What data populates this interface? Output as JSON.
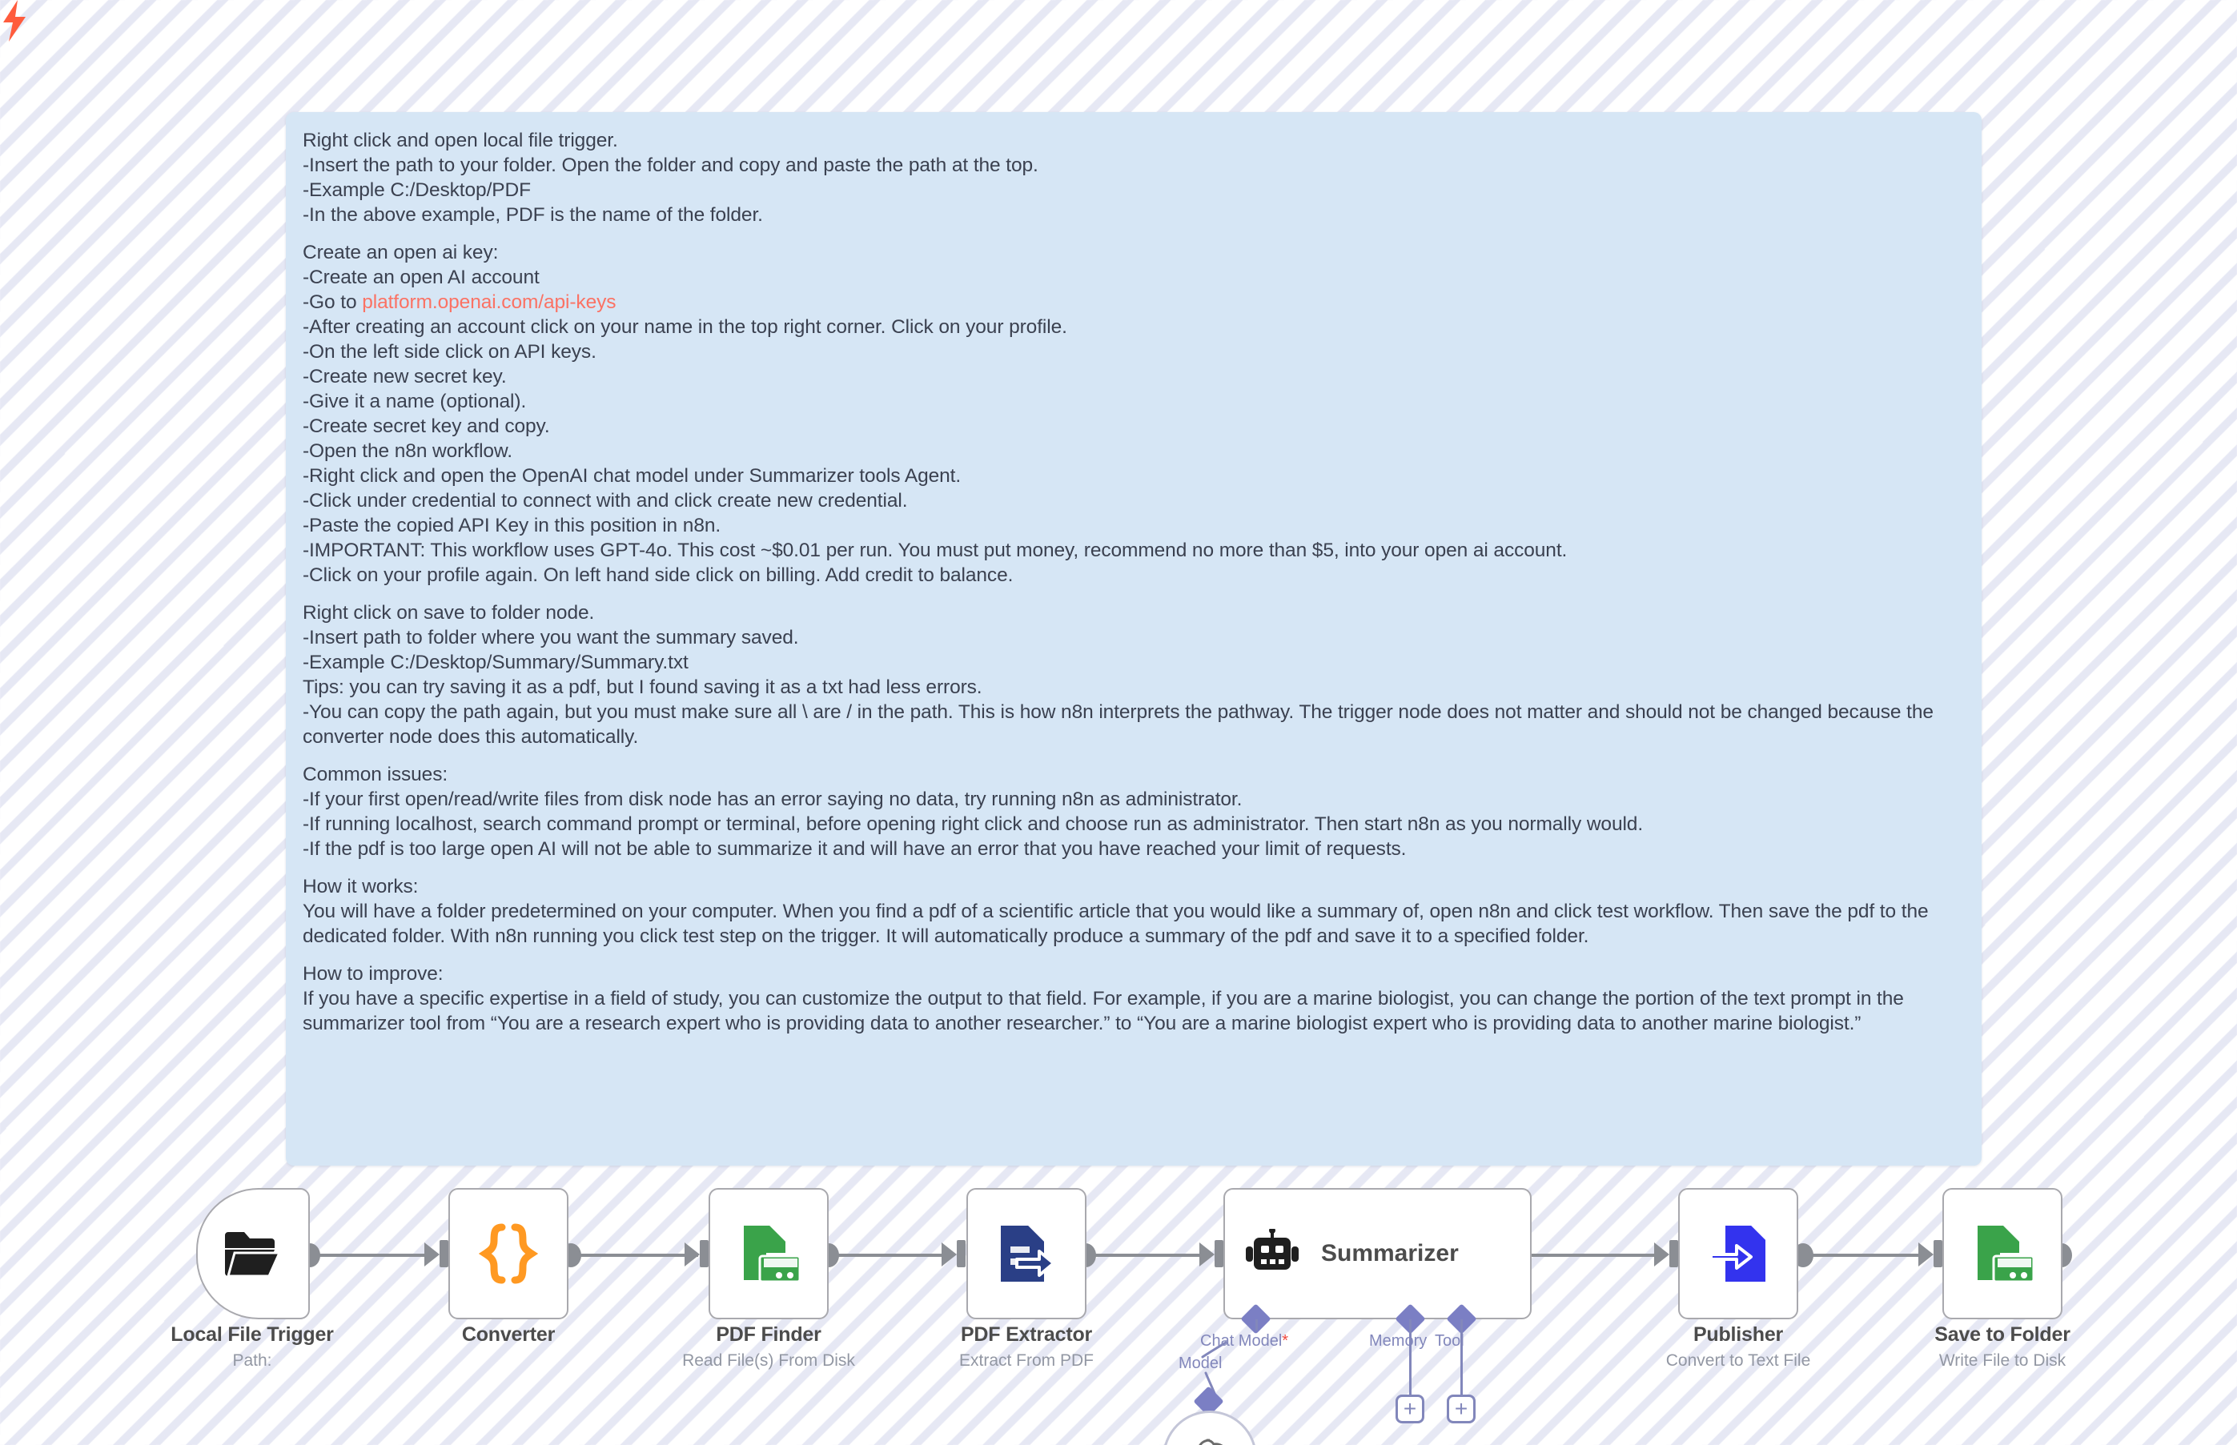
{
  "sticky_note": {
    "background_color": "#d6e6f5",
    "link_color": "#fb7264",
    "paragraphs": [
      {
        "lines": [
          "Right click and open local file trigger.",
          "-Insert the path to your folder. Open the folder and copy and paste the path at the top.",
          "-Example C:/Desktop/PDF",
          "-In the above example, PDF is the name of the folder."
        ]
      },
      {
        "lines": [
          "Create an open ai key:",
          "-Create an open AI account",
          "-Go to platform.openai.com/api-keys",
          "-After creating an account click on your name in the top right corner. Click on your profile.",
          "-On the left side click on API keys.",
          "-Create new secret key.",
          "-Give it a name (optional).",
          "-Create secret key and copy.",
          "-Open the n8n workflow.",
          "-Right click and open the OpenAI chat model under Summarizer tools Agent.",
          "-Click under credential to connect with and click create new credential.",
          "-Paste the copied API Key in this position in n8n.",
          "-IMPORTANT: This workflow uses GPT-4o. This cost ~$0.01 per run. You must put money, recommend no more than $5, into your open ai account.",
          "-Click on your profile again. On left hand side click on billing. Add credit to balance."
        ],
        "link_text": "platform.openai.com/api-keys",
        "link_in_line_index": 2
      },
      {
        "lines": [
          "Right click on save to folder node.",
          "-Insert path to folder where you want the summary saved.",
          "-Example C:/Desktop/Summary/Summary.txt",
          "Tips: you can try saving it as a pdf, but I found saving it as a txt had less errors.",
          "-You can copy the path again, but you must make sure all \\ are / in the path. This is how n8n interprets the pathway. The trigger node does not matter and should not be changed because the converter node does this automatically."
        ]
      },
      {
        "lines": [
          "Common issues:",
          "-If your first open/read/write files from disk node has an error saying no data, try running n8n as administrator.",
          "-If running localhost, search command prompt or terminal, before opening right click and choose run as administrator. Then start n8n as you normally would.",
          "-If the pdf is too large open AI will not be able to summarize it and will have an error that you have reached your limit of requests."
        ]
      },
      {
        "lines": [
          "How it works:",
          "You will have a folder predetermined on your computer. When you find a pdf of a scientific article that you would like a summary of, open n8n and click test workflow. Then save the pdf to the dedicated folder. With n8n running you click test step on the trigger. It will automatically produce a summary of the pdf and save it to a specified folder."
        ]
      },
      {
        "lines": [
          "How to improve:",
          "If you have a specific expertise in a field of study, you can customize the output to that field. For example, if you are a marine biologist, you can change the portion of the text prompt in the summarizer tool from “You are a research expert who is providing data to another researcher.” to “You are a marine biologist expert who is providing data to another marine biologist.”"
        ]
      }
    ]
  },
  "workflow": {
    "nodes": [
      {
        "id": "local-file-trigger",
        "label": "Local File Trigger",
        "subtitle": "Path:",
        "icon": "folder-icon",
        "icon_color": "#1f1f1f",
        "type": "trigger"
      },
      {
        "id": "converter",
        "label": "Converter",
        "subtitle": "",
        "icon": "code-braces-icon",
        "icon_color": "#ff9922",
        "type": "action"
      },
      {
        "id": "pdf-finder",
        "label": "PDF Finder",
        "subtitle": "Read File(s) From Disk",
        "icon": "file-disk-icon",
        "icon_color": "#3aa34a",
        "type": "action"
      },
      {
        "id": "pdf-extractor",
        "label": "PDF Extractor",
        "subtitle": "Extract From PDF",
        "icon": "file-extract-icon",
        "icon_color": "#2a3f86",
        "type": "action"
      },
      {
        "id": "summarizer",
        "label": "Summarizer",
        "subtitle": "",
        "icon": "robot-icon",
        "icon_color": "#1f1f1f",
        "type": "agent"
      },
      {
        "id": "publisher",
        "label": "Publisher",
        "subtitle": "Convert to Text File",
        "icon": "file-import-icon",
        "icon_color": "#3333ee",
        "type": "action"
      },
      {
        "id": "save-to-folder",
        "label": "Save to Folder",
        "subtitle": "Write File to Disk",
        "icon": "file-disk-icon",
        "icon_color": "#3aa34a",
        "type": "action"
      }
    ],
    "agent_ports": [
      {
        "id": "chat-model",
        "label": "Chat Model",
        "required": true,
        "has_plus": false
      },
      {
        "id": "memory",
        "label": "Memory",
        "required": false,
        "has_plus": true
      },
      {
        "id": "tool",
        "label": "Tool",
        "required": false,
        "has_plus": true
      }
    ],
    "sub_nodes": [
      {
        "id": "openai-chat-model",
        "port_label": "Model",
        "icon": "openai-icon"
      }
    ],
    "trigger_badge_icon": "lightning-bolt-icon",
    "plus_label": "+"
  }
}
